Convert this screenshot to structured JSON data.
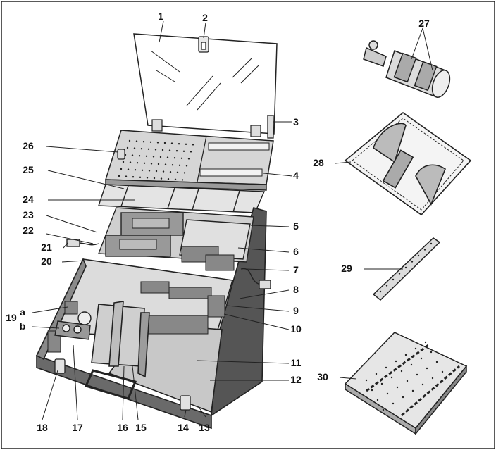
{
  "figure": {
    "callouts": [
      {
        "id": "1",
        "label": "1"
      },
      {
        "id": "2",
        "label": "2"
      },
      {
        "id": "3",
        "label": "3"
      },
      {
        "id": "4",
        "label": "4"
      },
      {
        "id": "5",
        "label": "5"
      },
      {
        "id": "6",
        "label": "6"
      },
      {
        "id": "7",
        "label": "7"
      },
      {
        "id": "8",
        "label": "8"
      },
      {
        "id": "9",
        "label": "9"
      },
      {
        "id": "10",
        "label": "10"
      },
      {
        "id": "11",
        "label": "11"
      },
      {
        "id": "12",
        "label": "12"
      },
      {
        "id": "13",
        "label": "13"
      },
      {
        "id": "14",
        "label": "14"
      },
      {
        "id": "15",
        "label": "15"
      },
      {
        "id": "16",
        "label": "16"
      },
      {
        "id": "17",
        "label": "17"
      },
      {
        "id": "18",
        "label": "18"
      },
      {
        "id": "19",
        "label": "19"
      },
      {
        "id": "a",
        "label": "a"
      },
      {
        "id": "b",
        "label": "b"
      },
      {
        "id": "20",
        "label": "20"
      },
      {
        "id": "21",
        "label": "21"
      },
      {
        "id": "22",
        "label": "22"
      },
      {
        "id": "23",
        "label": "23"
      },
      {
        "id": "24",
        "label": "24"
      },
      {
        "id": "25",
        "label": "25"
      },
      {
        "id": "26",
        "label": "26"
      },
      {
        "id": "27",
        "label": "27"
      },
      {
        "id": "28",
        "label": "28"
      },
      {
        "id": "29",
        "label": "29"
      },
      {
        "id": "30",
        "label": "30"
      }
    ]
  }
}
